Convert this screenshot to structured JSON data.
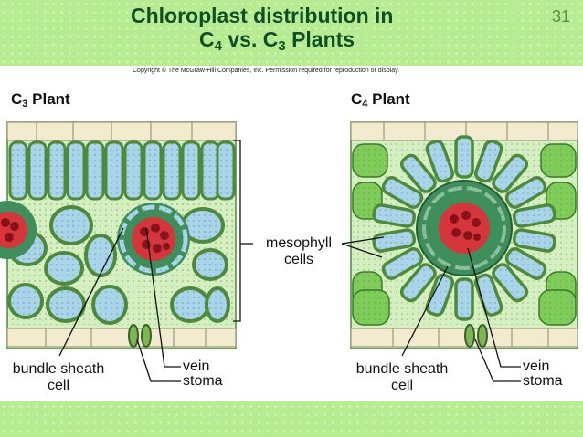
{
  "title": {
    "line1": "Chloroplast distribution in",
    "c4_prefix": "C",
    "c4_sub": "4",
    "vs_text": " vs. C",
    "c3_sub": "3",
    "suffix": " Plants"
  },
  "page_number": "31",
  "copyright": "Copyright © The McGraw-Hill Companies, Inc. Permission required for reproduction or display.",
  "c3": {
    "label_prefix": "C",
    "label_sub": "3",
    "label_suffix": " Plant",
    "bundle_sheath_line1": "bundle sheath",
    "bundle_sheath_line2": "cell",
    "vein": "vein",
    "stoma": "stoma"
  },
  "c4": {
    "label_prefix": "C",
    "label_sub": "4",
    "label_suffix": " Plant",
    "bundle_sheath_line1": "bundle sheath",
    "bundle_sheath_line2": "cell",
    "vein": "vein",
    "stoma": "stoma"
  },
  "mesophyll_line1": "mesophyll",
  "mesophyll_line2": "cells",
  "colors": {
    "background": "#b7ec92",
    "title": "#0f4f24",
    "mesophyll_fill": "#c5e6a8",
    "vacuole": "#a9d4ec",
    "bundle_sheath": "#3f8f5d",
    "vein": "#d9333c",
    "epidermis": "#f2ebcf"
  }
}
